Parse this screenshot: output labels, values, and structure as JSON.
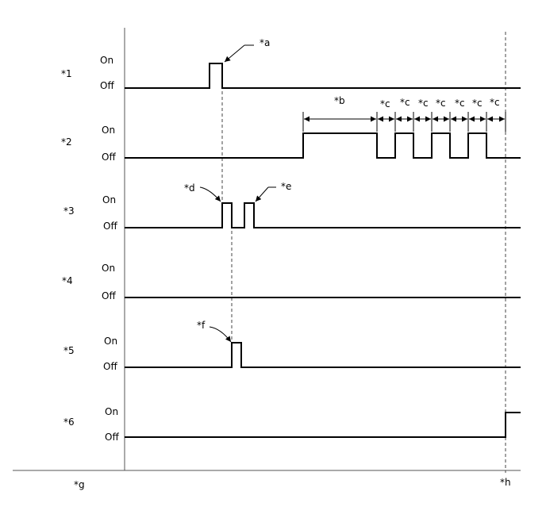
{
  "signals": [
    {
      "id": "*1",
      "on_label": "On",
      "off_label": "Off"
    },
    {
      "id": "*2",
      "on_label": "On",
      "off_label": "Off"
    },
    {
      "id": "*3",
      "on_label": "On",
      "off_label": "Off"
    },
    {
      "id": "*4",
      "on_label": "On",
      "off_label": "Off"
    },
    {
      "id": "*5",
      "on_label": "On",
      "off_label": "Off"
    },
    {
      "id": "*6",
      "on_label": "On",
      "off_label": "Off"
    }
  ],
  "callouts": {
    "a": "*a",
    "b": "*b",
    "c": [
      "*c",
      "*c",
      "*c",
      "*c",
      "*c",
      "*c",
      "*c"
    ],
    "d": "*d",
    "e": "*e",
    "f": "*f",
    "g": "*g",
    "h": "*h"
  }
}
